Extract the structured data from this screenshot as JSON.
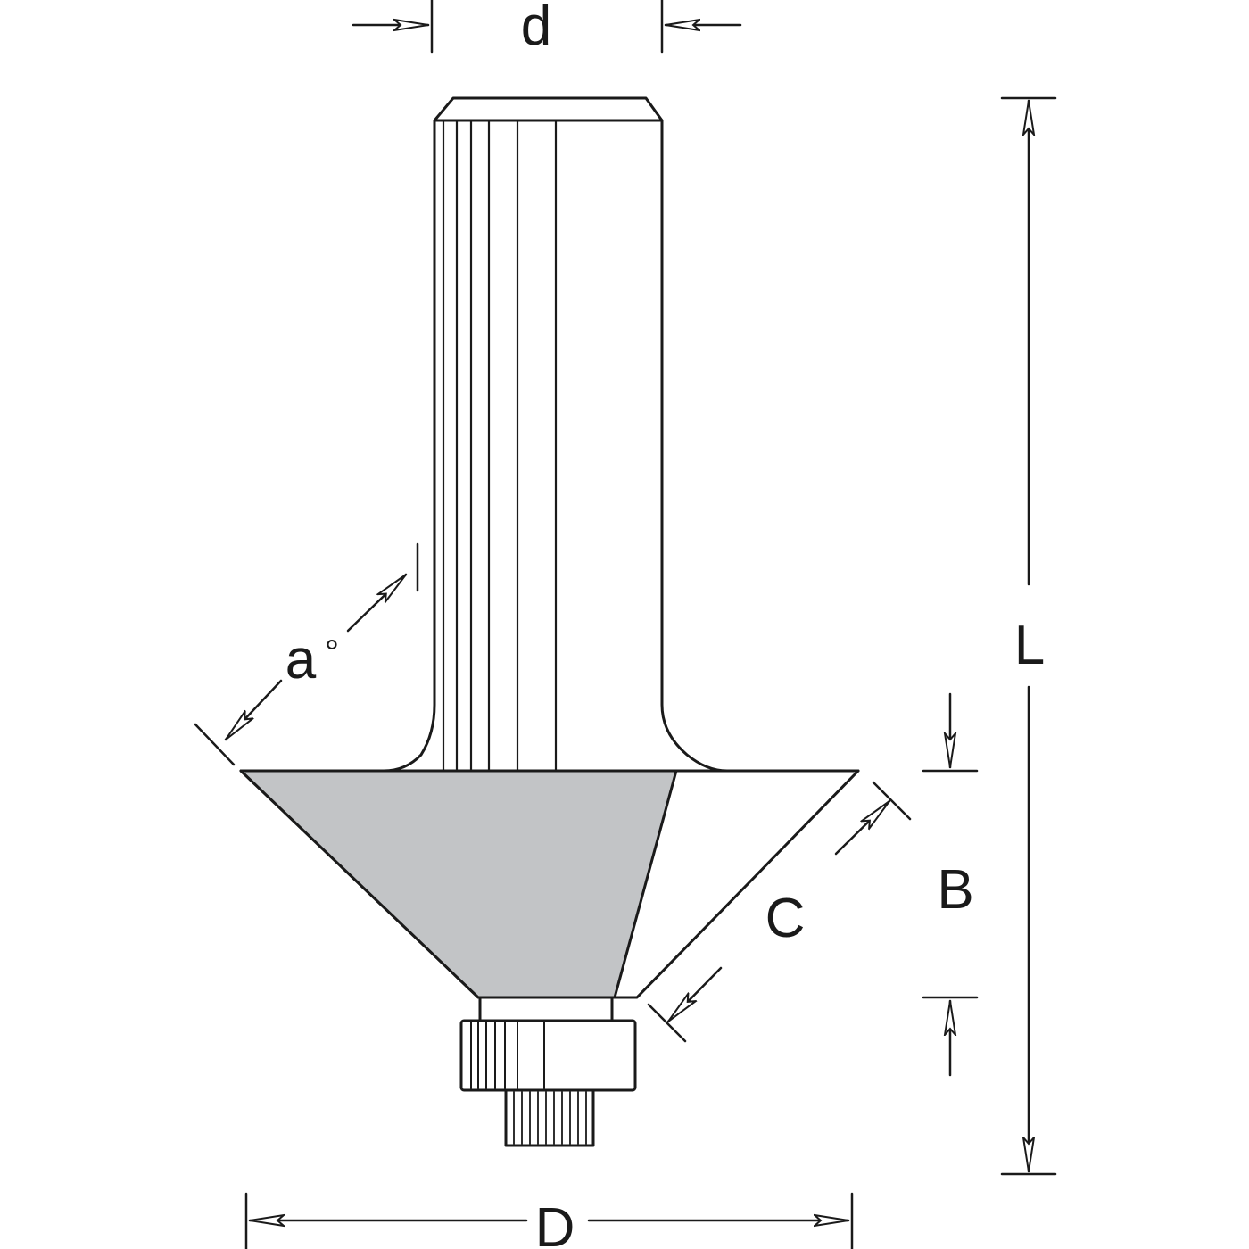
{
  "dimensions": {
    "shank_diameter": "d",
    "overall_length": "L",
    "cutting_height": "B",
    "chamfer_length": "C",
    "cutting_diameter": "D",
    "bevel_angle": "a",
    "degree_symbol": "°"
  },
  "colors": {
    "line": "#1a1a1a",
    "cutter_fill": "#c2c4c6",
    "background": "#ffffff"
  }
}
